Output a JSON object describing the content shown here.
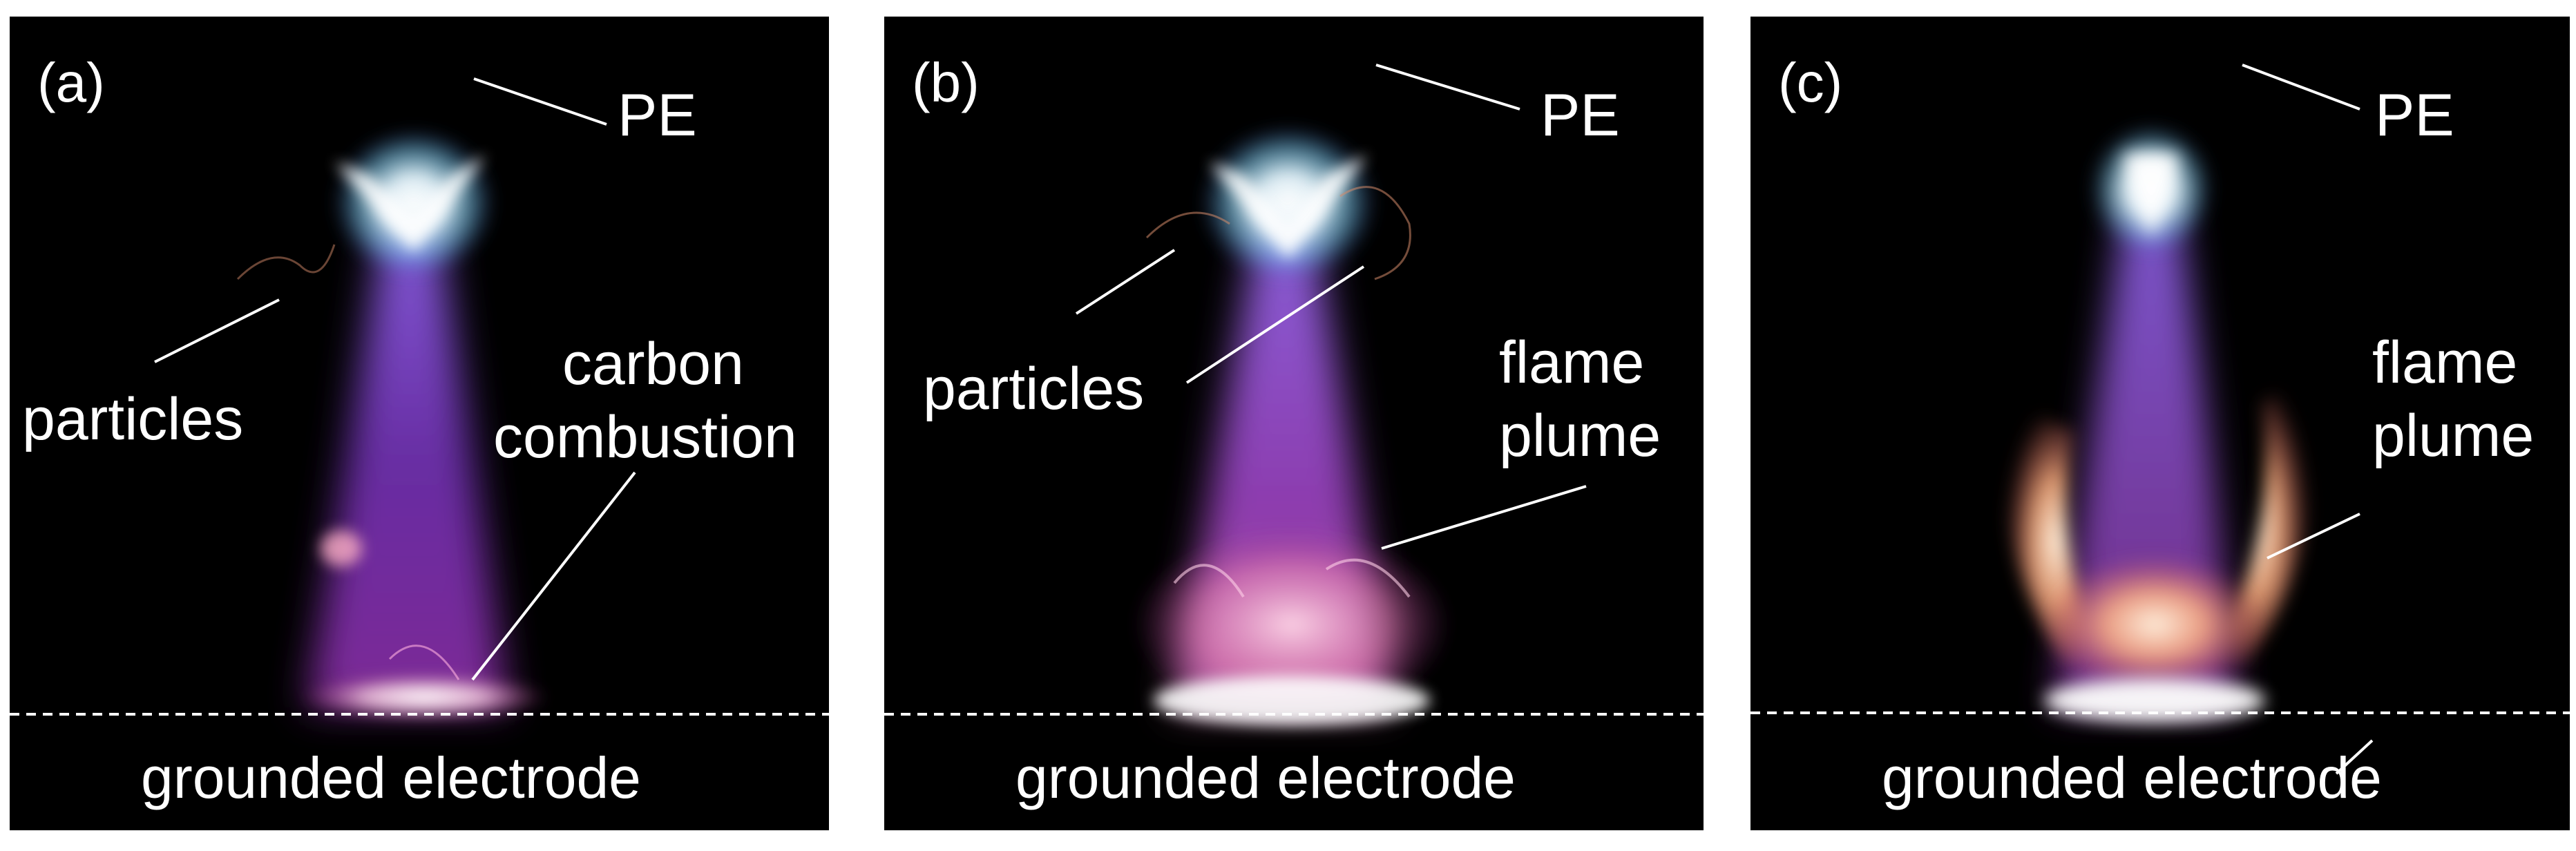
{
  "panels": [
    {
      "letter": "(a)",
      "pe_label": "PE",
      "particles_label": "particles",
      "right_label_line1": "carbon",
      "right_label_line2": "combustion",
      "ground_label": "grounded electrode"
    },
    {
      "letter": "(b)",
      "pe_label": "PE",
      "particles_label": "particles",
      "right_label_line1": "flame",
      "right_label_line2": "plume",
      "ground_label": "grounded electrode"
    },
    {
      "letter": "(c)",
      "pe_label": "PE",
      "right_label_line1": "flame",
      "right_label_line2": "plume",
      "ground_label": "grounded electrode"
    }
  ]
}
